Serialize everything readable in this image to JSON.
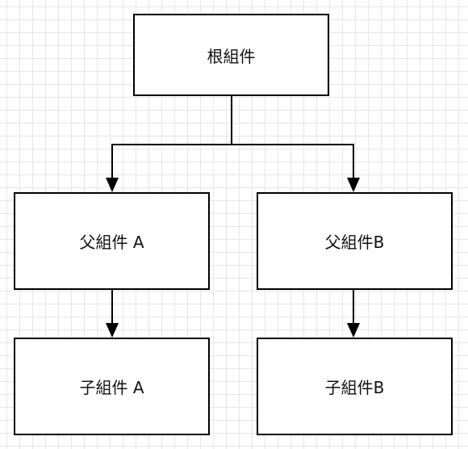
{
  "diagram": {
    "root": {
      "label": "根組件"
    },
    "parent_a": {
      "label": "父組件 A"
    },
    "parent_b": {
      "label": "父組件B"
    },
    "child_a": {
      "label": "子組件 A"
    },
    "child_b": {
      "label": "子組件B"
    },
    "edges": [
      {
        "from": "root",
        "to": "parent_a"
      },
      {
        "from": "root",
        "to": "parent_b"
      },
      {
        "from": "parent_a",
        "to": "child_a"
      },
      {
        "from": "parent_b",
        "to": "child_b"
      }
    ],
    "colors": {
      "line": "#000000",
      "grid": "#e7e7e7",
      "background": "#ffffff"
    }
  }
}
